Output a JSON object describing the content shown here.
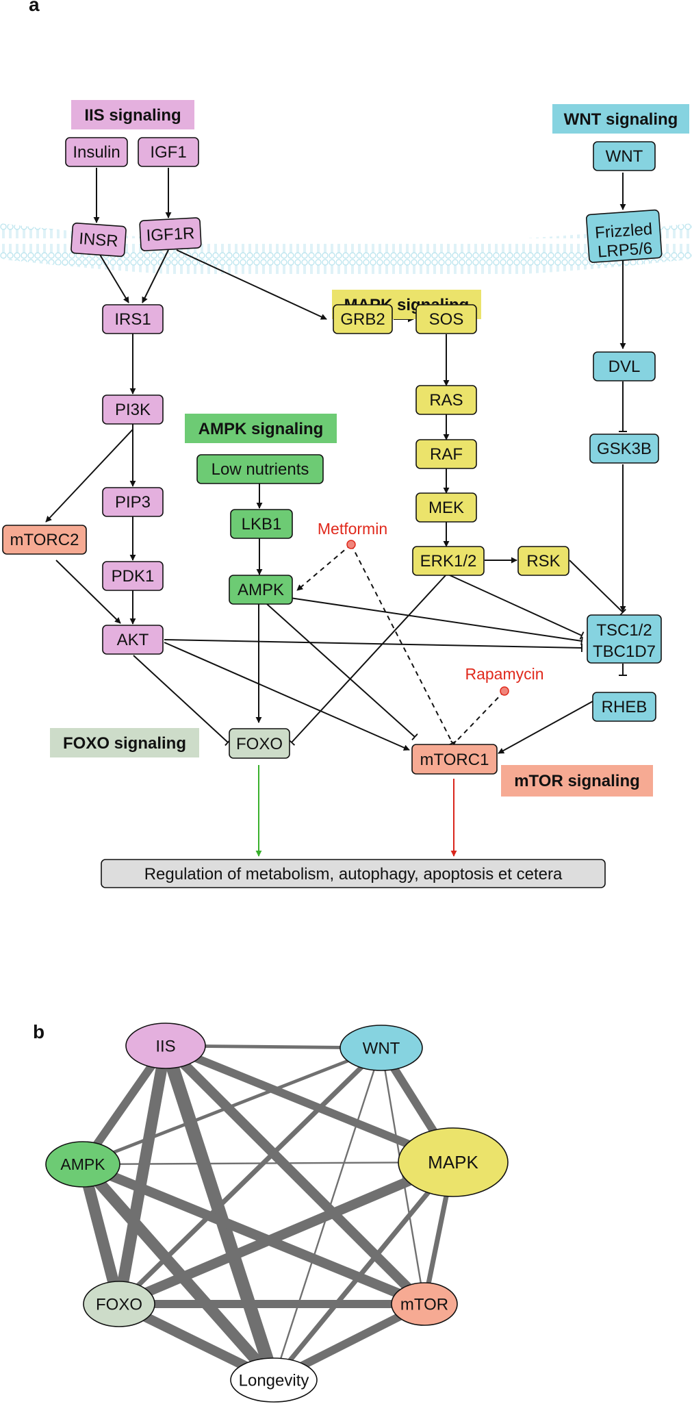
{
  "panels": {
    "a": "a",
    "b": "b"
  },
  "colors": {
    "iis": "#e4b0de",
    "wnt": "#86d3e0",
    "mapk": "#ebe36b",
    "ampk": "#6dcb74",
    "foxo": "#cddcc9",
    "mtor": "#f6aa93",
    "grey": "#dddddd",
    "membrane": "#bfe6ef",
    "drug": "#e0291c",
    "arrow_green": "#39b02c",
    "arrow_red": "#d9251b",
    "edge": "#707070"
  },
  "headers": {
    "iis": "IIS signaling",
    "wnt": "WNT signaling",
    "mapk": "MAPK signaling",
    "ampk": "AMPK signaling",
    "foxo": "FOXO signaling",
    "mtor": "mTOR signaling"
  },
  "nodes": {
    "insulin": "Insulin",
    "igf1": "IGF1",
    "insr": "INSR",
    "igf1r": "IGF1R",
    "irs1": "IRS1",
    "pi3k": "PI3K",
    "pip3": "PIP3",
    "pdk1": "PDK1",
    "akt": "AKT",
    "mtorc2": "mTORC2",
    "grb2": "GRB2",
    "sos": "SOS",
    "ras": "RAS",
    "raf": "RAF",
    "mek": "MEK",
    "erk": "ERK1/2",
    "rsk": "RSK",
    "low_nutrients": "Low nutrients",
    "lkb1": "LKB1",
    "ampk": "AMPK",
    "wnt": "WNT",
    "frizzled_1": "Frizzled",
    "frizzled_2": "LRP5/6",
    "dvl": "DVL",
    "gsk3b": "GSK3B",
    "tsc_1": "TSC1/2",
    "tsc_2": "TBC1D7",
    "rheb": "RHEB",
    "foxo": "FOXO",
    "mtorc1": "mTORC1",
    "regulation": "Regulation of metabolism, autophagy, apoptosis et cetera"
  },
  "drugs": {
    "metformin": "Metformin",
    "rapamycin": "Rapamycin"
  },
  "network": {
    "nodes": [
      {
        "id": "iis",
        "label": "IIS",
        "color": "#e4b0de"
      },
      {
        "id": "wnt",
        "label": "WNT",
        "color": "#86d3e0"
      },
      {
        "id": "ampk",
        "label": "AMPK",
        "color": "#6dcb74"
      },
      {
        "id": "mapk",
        "label": "MAPK",
        "color": "#ebe36b"
      },
      {
        "id": "foxo",
        "label": "FOXO",
        "color": "#cddcc9"
      },
      {
        "id": "mtor",
        "label": "mTOR",
        "color": "#f6aa93"
      },
      {
        "id": "longevity",
        "label": "Longevity",
        "color": "#ffffff"
      }
    ],
    "edges": [
      {
        "source": "iis",
        "target": "wnt",
        "weight": 2
      },
      {
        "source": "iis",
        "target": "ampk",
        "weight": 5
      },
      {
        "source": "iis",
        "target": "mapk",
        "weight": 5
      },
      {
        "source": "iis",
        "target": "foxo",
        "weight": 7
      },
      {
        "source": "iis",
        "target": "mtor",
        "weight": 6
      },
      {
        "source": "iis",
        "target": "longevity",
        "weight": 8
      },
      {
        "source": "wnt",
        "target": "ampk",
        "weight": 2
      },
      {
        "source": "wnt",
        "target": "mapk",
        "weight": 5
      },
      {
        "source": "wnt",
        "target": "foxo",
        "weight": 3
      },
      {
        "source": "wnt",
        "target": "mtor",
        "weight": 1
      },
      {
        "source": "wnt",
        "target": "longevity",
        "weight": 1
      },
      {
        "source": "ampk",
        "target": "mapk",
        "weight": 1
      },
      {
        "source": "ampk",
        "target": "foxo",
        "weight": 7
      },
      {
        "source": "ampk",
        "target": "mtor",
        "weight": 6
      },
      {
        "source": "ampk",
        "target": "longevity",
        "weight": 7
      },
      {
        "source": "mapk",
        "target": "foxo",
        "weight": 6
      },
      {
        "source": "mapk",
        "target": "mtor",
        "weight": 3
      },
      {
        "source": "mapk",
        "target": "longevity",
        "weight": 3
      },
      {
        "source": "foxo",
        "target": "mtor",
        "weight": 5
      },
      {
        "source": "foxo",
        "target": "longevity",
        "weight": 6
      },
      {
        "source": "mtor",
        "target": "longevity",
        "weight": 5
      }
    ]
  }
}
